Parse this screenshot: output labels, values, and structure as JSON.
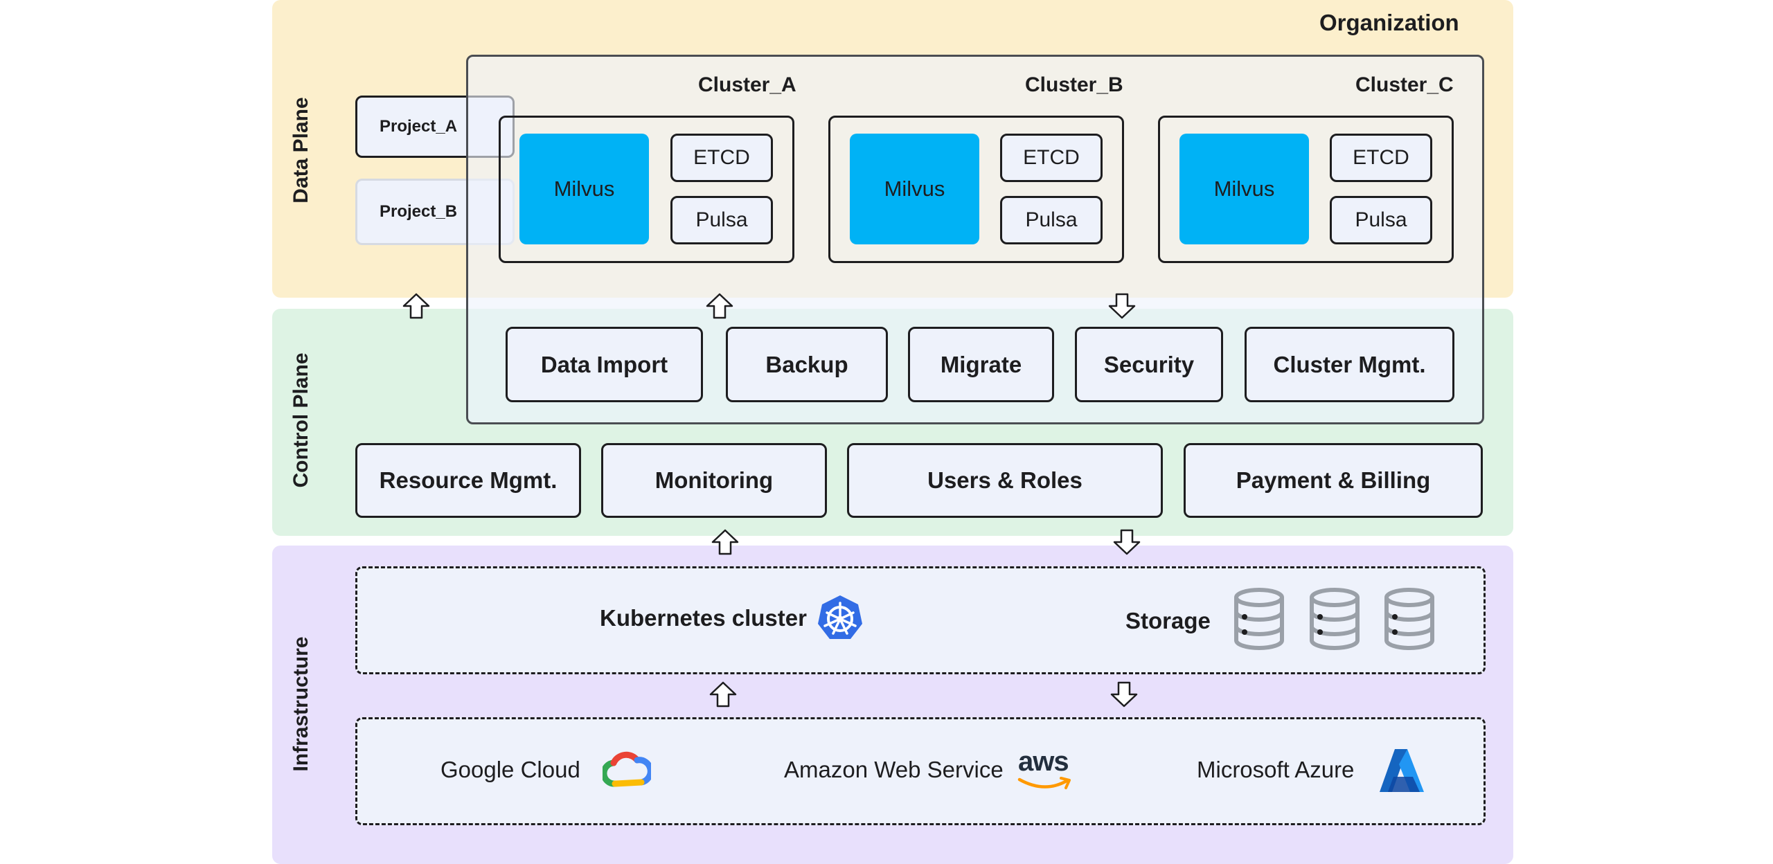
{
  "planes": {
    "data_plane": "Data Plane",
    "control_plane": "Control Plane",
    "infrastructure": "Infrastructure"
  },
  "organization": "Organization",
  "projects": [
    "Project_A",
    "Project_B"
  ],
  "clusters": [
    {
      "title": "Cluster_A",
      "core": "Milvus",
      "etcd": "ETCD",
      "pulsar": "Pulsa"
    },
    {
      "title": "Cluster_B",
      "core": "Milvus",
      "etcd": "ETCD",
      "pulsar": "Pulsa"
    },
    {
      "title": "Cluster_C",
      "core": "Milvus",
      "etcd": "ETCD",
      "pulsar": "Pulsa"
    }
  ],
  "org_services": [
    "Data Import",
    "Backup",
    "Migrate",
    "Security",
    "Cluster Mgmt."
  ],
  "platform_services": [
    "Resource Mgmt.",
    "Monitoring",
    "Users & Roles",
    "Payment & Billing"
  ],
  "infra": {
    "kubernetes": "Kubernetes cluster",
    "storage": "Storage"
  },
  "clouds": {
    "google": "Google Cloud",
    "aws": "Amazon Web Service",
    "aws_logo_text": "aws",
    "azure": "Microsoft Azure"
  },
  "colors": {
    "data_plane_bg": "#fcefcc",
    "control_plane_bg": "#def3e4",
    "infrastructure_bg": "#e8e0fc",
    "milvus": "#00b2f5",
    "box_bg": "#eef2fb"
  }
}
